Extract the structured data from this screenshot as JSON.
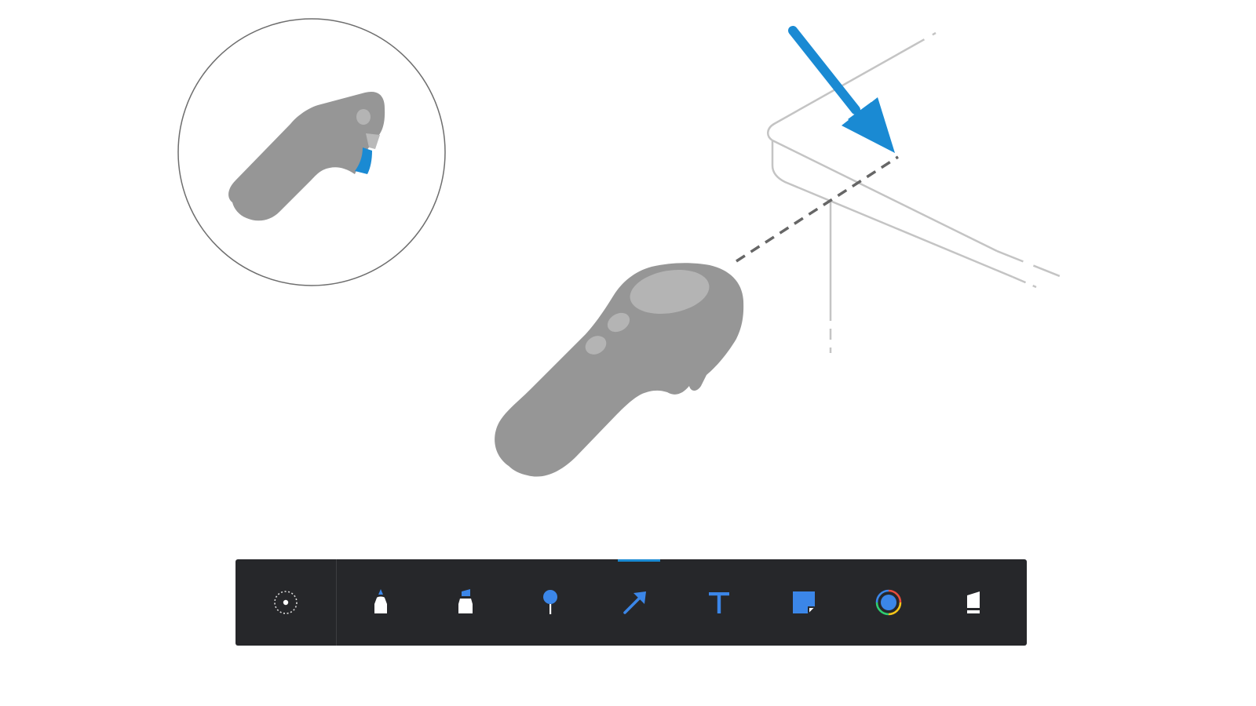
{
  "colors": {
    "accent_blue": "#1a8ad3",
    "tool_blue": "#3b86e8",
    "controller_gray": "#969696",
    "controller_highlight": "#b4b4b4",
    "toolbar_bg": "#26272a",
    "line_gray": "#c4c4c4",
    "dash_gray": "#666666"
  },
  "illustration": {
    "inset_circle": "zoomed-controller-trigger",
    "controller": "vr-hand-controller",
    "arrow": "blue-pointer-arrow",
    "surface": "table-surface-outline"
  },
  "toolbar": {
    "selected_tool": "arrow",
    "pointer": {
      "icon": "laser-pointer-icon"
    },
    "tools": [
      {
        "id": "marker",
        "icon": "marker-icon"
      },
      {
        "id": "highlighter",
        "icon": "highlighter-icon"
      },
      {
        "id": "pin",
        "icon": "pin-icon"
      },
      {
        "id": "arrow",
        "icon": "arrow-icon"
      },
      {
        "id": "text",
        "icon": "text-icon"
      },
      {
        "id": "sticky-note",
        "icon": "sticky-note-icon"
      },
      {
        "id": "color",
        "icon": "color-picker-icon"
      },
      {
        "id": "eraser",
        "icon": "eraser-icon"
      }
    ]
  }
}
